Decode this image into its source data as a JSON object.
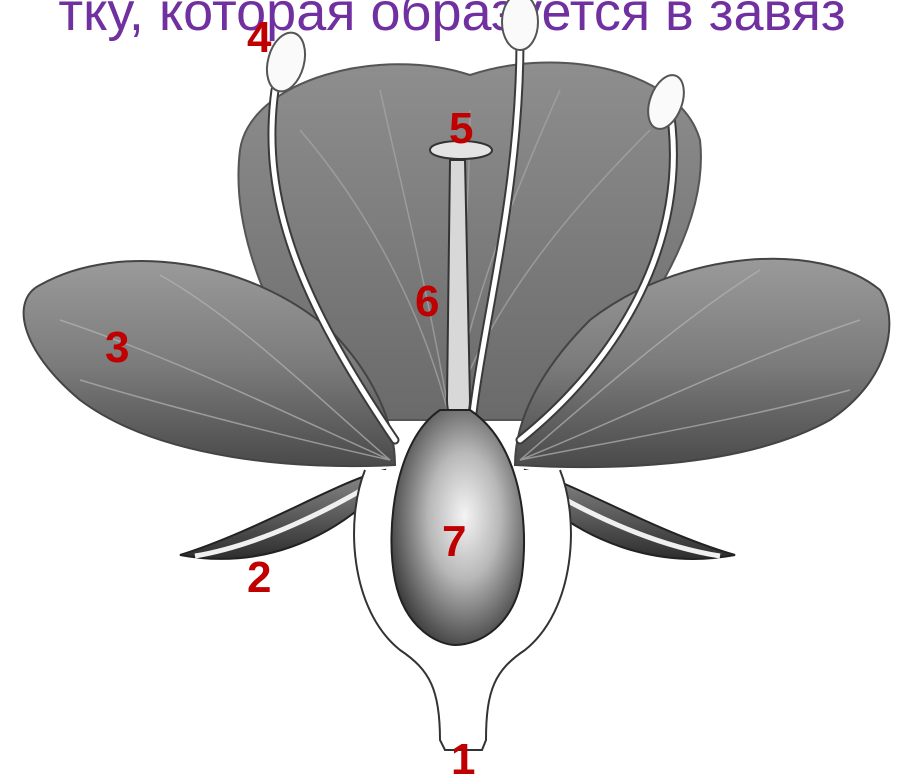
{
  "caption": "тку, которая образуется в завяз",
  "labels": {
    "n1": "1",
    "n2": "2",
    "n3": "3",
    "n4": "4",
    "n5": "5",
    "n6": "6",
    "n7": "7"
  },
  "colors": {
    "caption": "#7030a0",
    "label": "#c00000"
  }
}
